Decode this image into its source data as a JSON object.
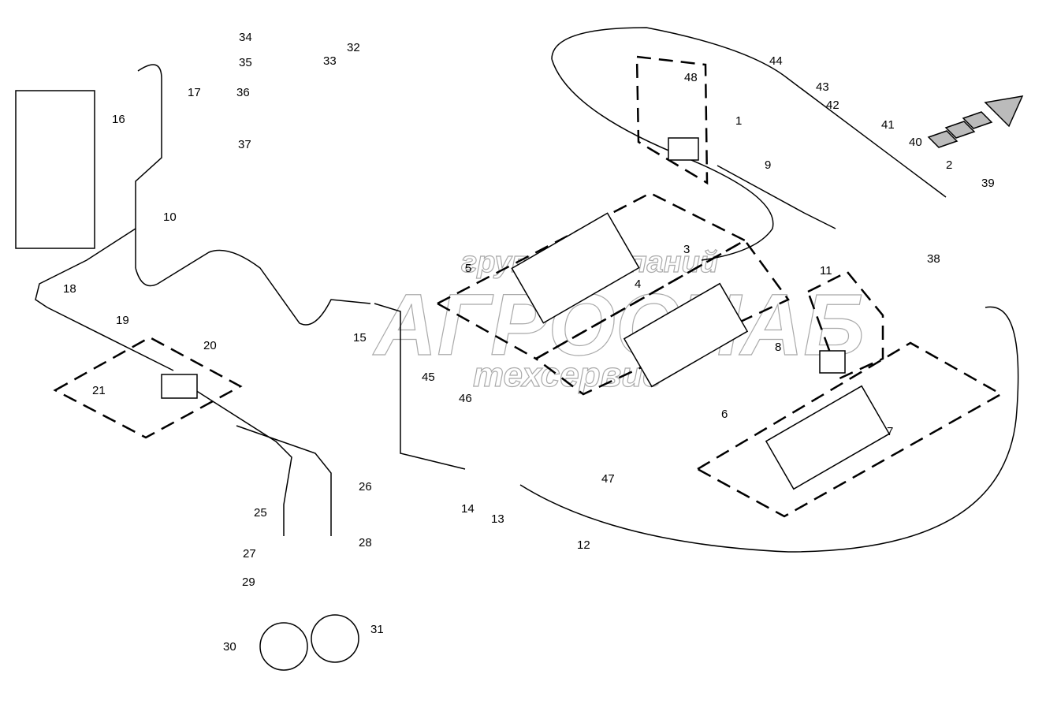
{
  "title": "Hydraulic system parts diagram",
  "watermark": {
    "line1": "группа компаний",
    "line2": "АГРОСНАБ",
    "line3": "техсервис"
  },
  "direction_arrow": "forward-direction-arrow",
  "callouts": [
    "1",
    "2",
    "3",
    "4",
    "5",
    "6",
    "7",
    "8",
    "9",
    "10",
    "11",
    "12",
    "13",
    "14",
    "15",
    "16",
    "17",
    "18",
    "19",
    "20",
    "21",
    "25",
    "26",
    "27",
    "28",
    "29",
    "30",
    "31",
    "32",
    "33",
    "34",
    "35",
    "36",
    "37",
    "38",
    "39",
    "40",
    "41",
    "42",
    "43",
    "44",
    "45",
    "46",
    "47",
    "48"
  ]
}
